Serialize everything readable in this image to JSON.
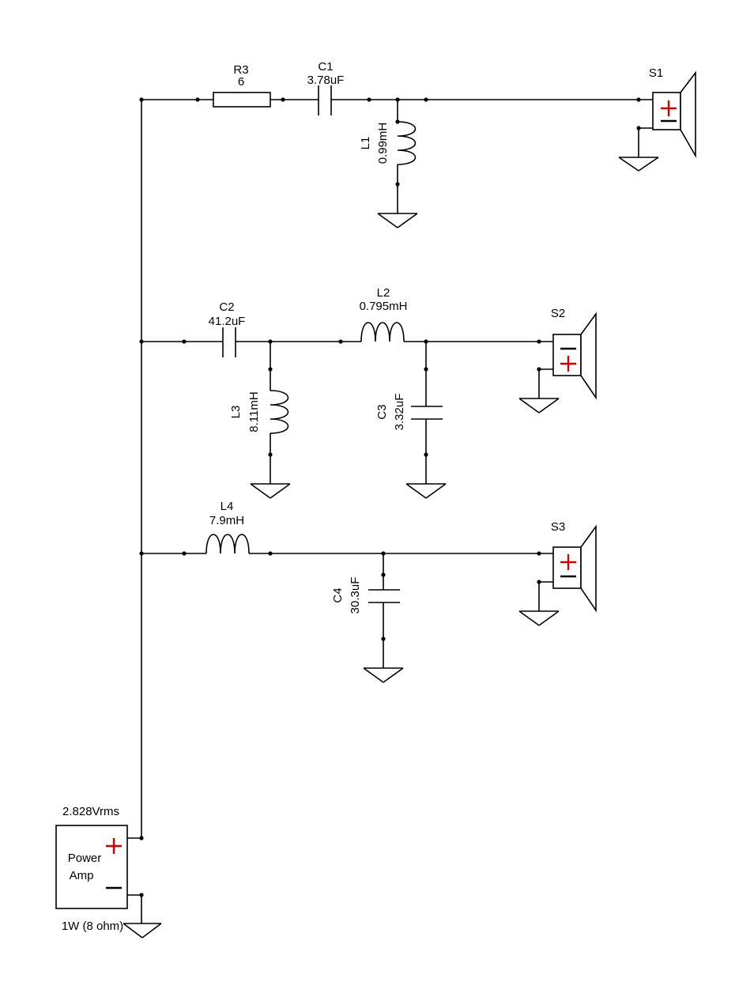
{
  "amp": {
    "voltage": "2.828Vrms",
    "label_line1": "Power",
    "label_line2": "Amp",
    "power": "1W (8 ohm)"
  },
  "components": {
    "R3": {
      "ref": "R3",
      "value": "6"
    },
    "C1": {
      "ref": "C1",
      "value": "3.78uF"
    },
    "L1": {
      "ref": "L1",
      "value": "0.99mH"
    },
    "C2": {
      "ref": "C2",
      "value": "41.2uF"
    },
    "L2": {
      "ref": "L2",
      "value": "0.795mH"
    },
    "L3": {
      "ref": "L3",
      "value": "8.11mH"
    },
    "C3": {
      "ref": "C3",
      "value": "3.32uF"
    },
    "L4": {
      "ref": "L4",
      "value": "7.9mH"
    },
    "C4": {
      "ref": "C4",
      "value": "30.3uF"
    }
  },
  "speakers": {
    "S1": {
      "ref": "S1"
    },
    "S2": {
      "ref": "S2"
    },
    "S3": {
      "ref": "S3"
    }
  },
  "colors": {
    "wire": "#000000",
    "plus": "#d40000"
  }
}
